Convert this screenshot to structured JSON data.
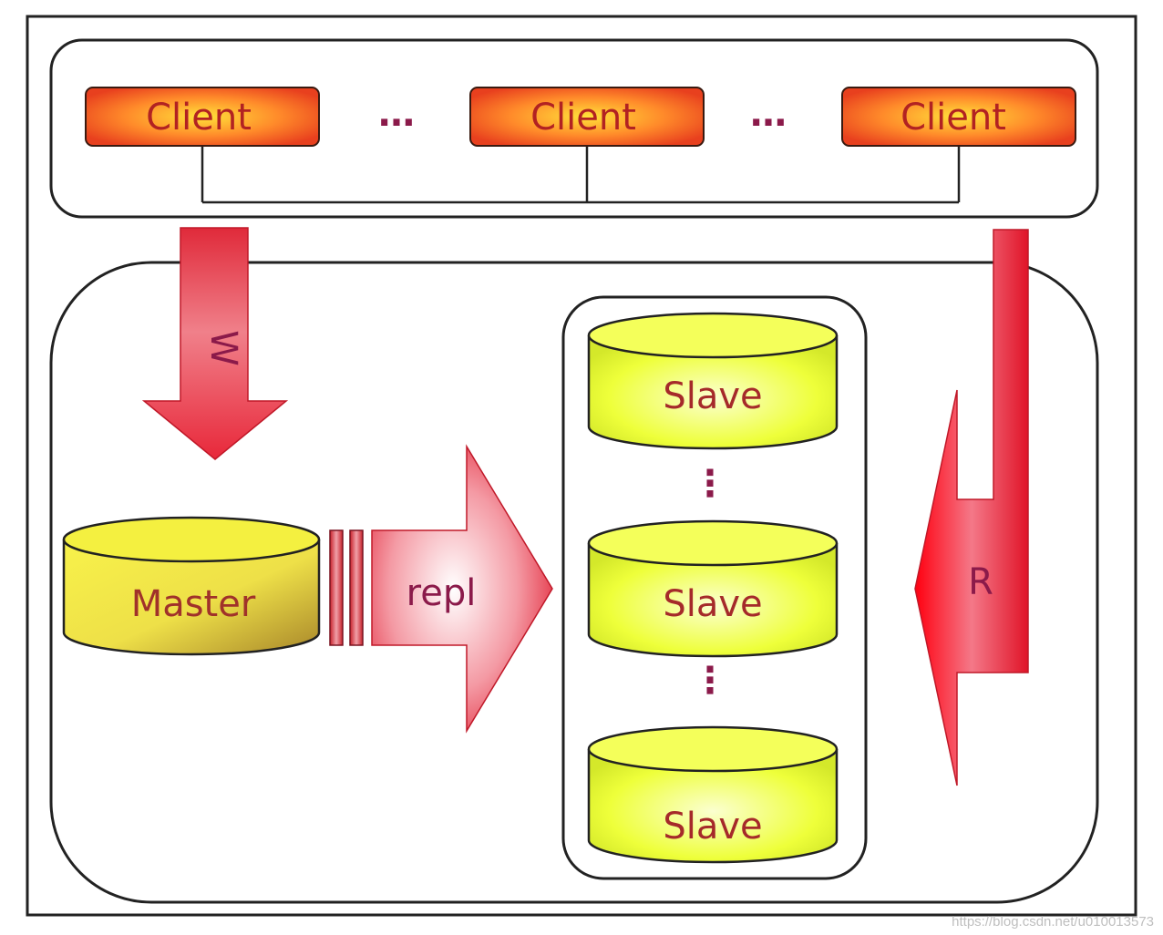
{
  "clients": [
    "Client",
    "Client",
    "Client"
  ],
  "client_separator": "…",
  "write_arrow_label": "W",
  "read_arrow_label": "R",
  "repl_label": "repl",
  "master_label": "Master",
  "slaves": [
    "Slave",
    "Slave",
    "Slave"
  ],
  "slave_separator": "⋮",
  "watermark": "https://blog.csdn.net/u010013573",
  "colors": {
    "client_fill": "#f5602a",
    "client_center": "#ffd23a",
    "arrow_red": "#e8102a",
    "arrow_light": "#fff0f2",
    "db_yellow": "#f0ff3a",
    "db_gold": "#b89a2a",
    "label_red": "#b22222",
    "label_purple": "#8b1a4a"
  }
}
